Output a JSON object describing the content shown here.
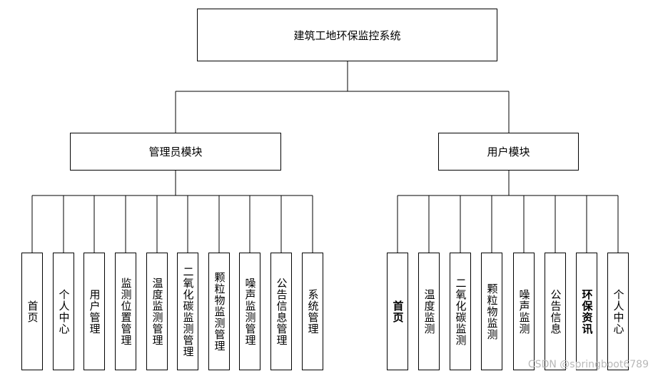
{
  "root": {
    "label": "建筑工地环保监控系统"
  },
  "admin": {
    "label": "管理员模块",
    "items": [
      "首页",
      "个人中心",
      "用户管理",
      "监测位置管理",
      "温度监测管理",
      "二氧化碳监测管理",
      "颗粒物监测管理",
      "噪声监测管理",
      "公告信息管理",
      "系统管理"
    ]
  },
  "user": {
    "label": "用户模块",
    "items": [
      "首页",
      "温度监测",
      "二氧化碳监测",
      "颗粒物监测",
      "噪声监测",
      "公告信息",
      "环保资讯",
      "个人中心"
    ]
  },
  "watermark": "CSDN @springboot6789"
}
